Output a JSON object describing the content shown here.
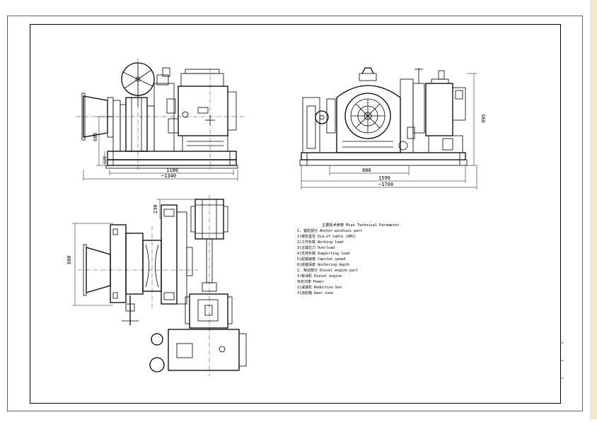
{
  "frame": {
    "outer_bg": "#ffffff",
    "side_strip_color": "#f3e6cf"
  },
  "front_view": {
    "dim_height_685": "685",
    "dim_height_120": "120",
    "dim_width_1180": "1180",
    "dim_width_1340": "~1340"
  },
  "side_view": {
    "dim_height_995": "995",
    "dim_width_800": "800",
    "dim_width_1590": "1590",
    "dim_width_1700": "~1700"
  },
  "plan_view": {
    "dim_230": "230",
    "dim_800": "800"
  },
  "parameters": {
    "title": "主要技术参数 Mian Technical Parameter",
    "lines": [
      "1. 锚机部分 Anchor windlass part",
      "1)链轮直径 Dia.of cable (AM2)",
      "2)工作负载 Working load",
      "3)过载拉力 Overload",
      "4)支持负载 Supporting load",
      "5)起锚速度 Capston speed",
      "6)抛锚深度 Anchoring depth",
      "2. 柴动部分 Diesel engine part",
      "1)柴油机 Diesel engine",
      "  标定功率 Power",
      "2)减速机 Reduction box",
      "3)齿轮箱 Gear case"
    ]
  }
}
